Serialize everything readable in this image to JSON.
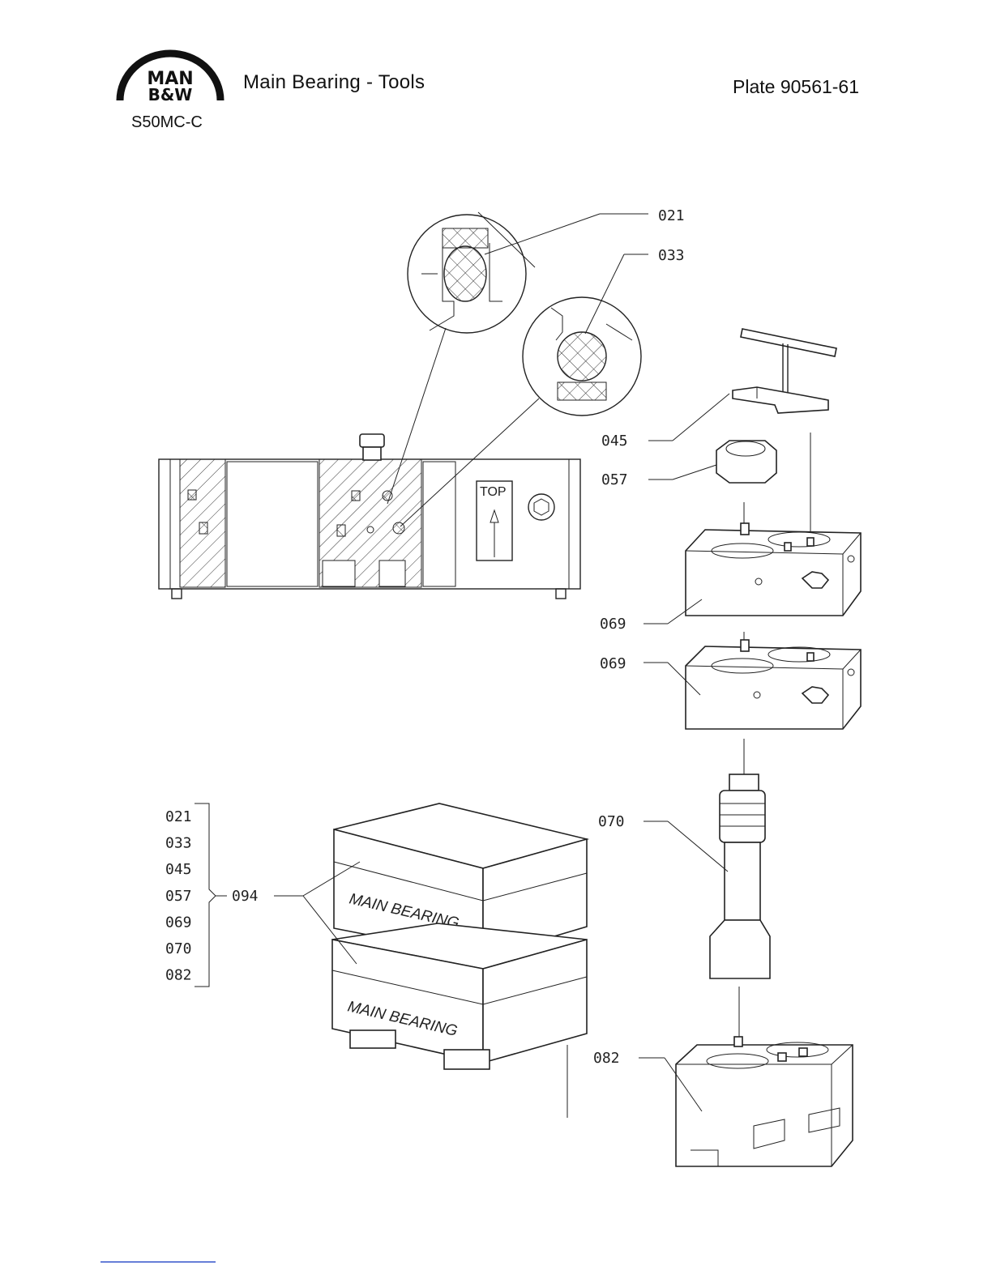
{
  "header": {
    "logo_line1": "MAN",
    "logo_line2": "B&W",
    "title": "Main Bearing - Tools",
    "plate": "Plate 90561-61",
    "engine": "S50MC-C"
  },
  "callouts": {
    "p021": "021",
    "p033": "033",
    "p045": "045",
    "p057": "057",
    "p069a": "069",
    "p069b": "069",
    "p070": "070",
    "p082": "082",
    "p094": "094"
  },
  "kit_list": [
    "021",
    "033",
    "045",
    "057",
    "069",
    "070",
    "082"
  ],
  "markings": {
    "top": "TOP",
    "box_upper": "MAIN BEARING",
    "box_lower": "MAIN BEARING"
  }
}
